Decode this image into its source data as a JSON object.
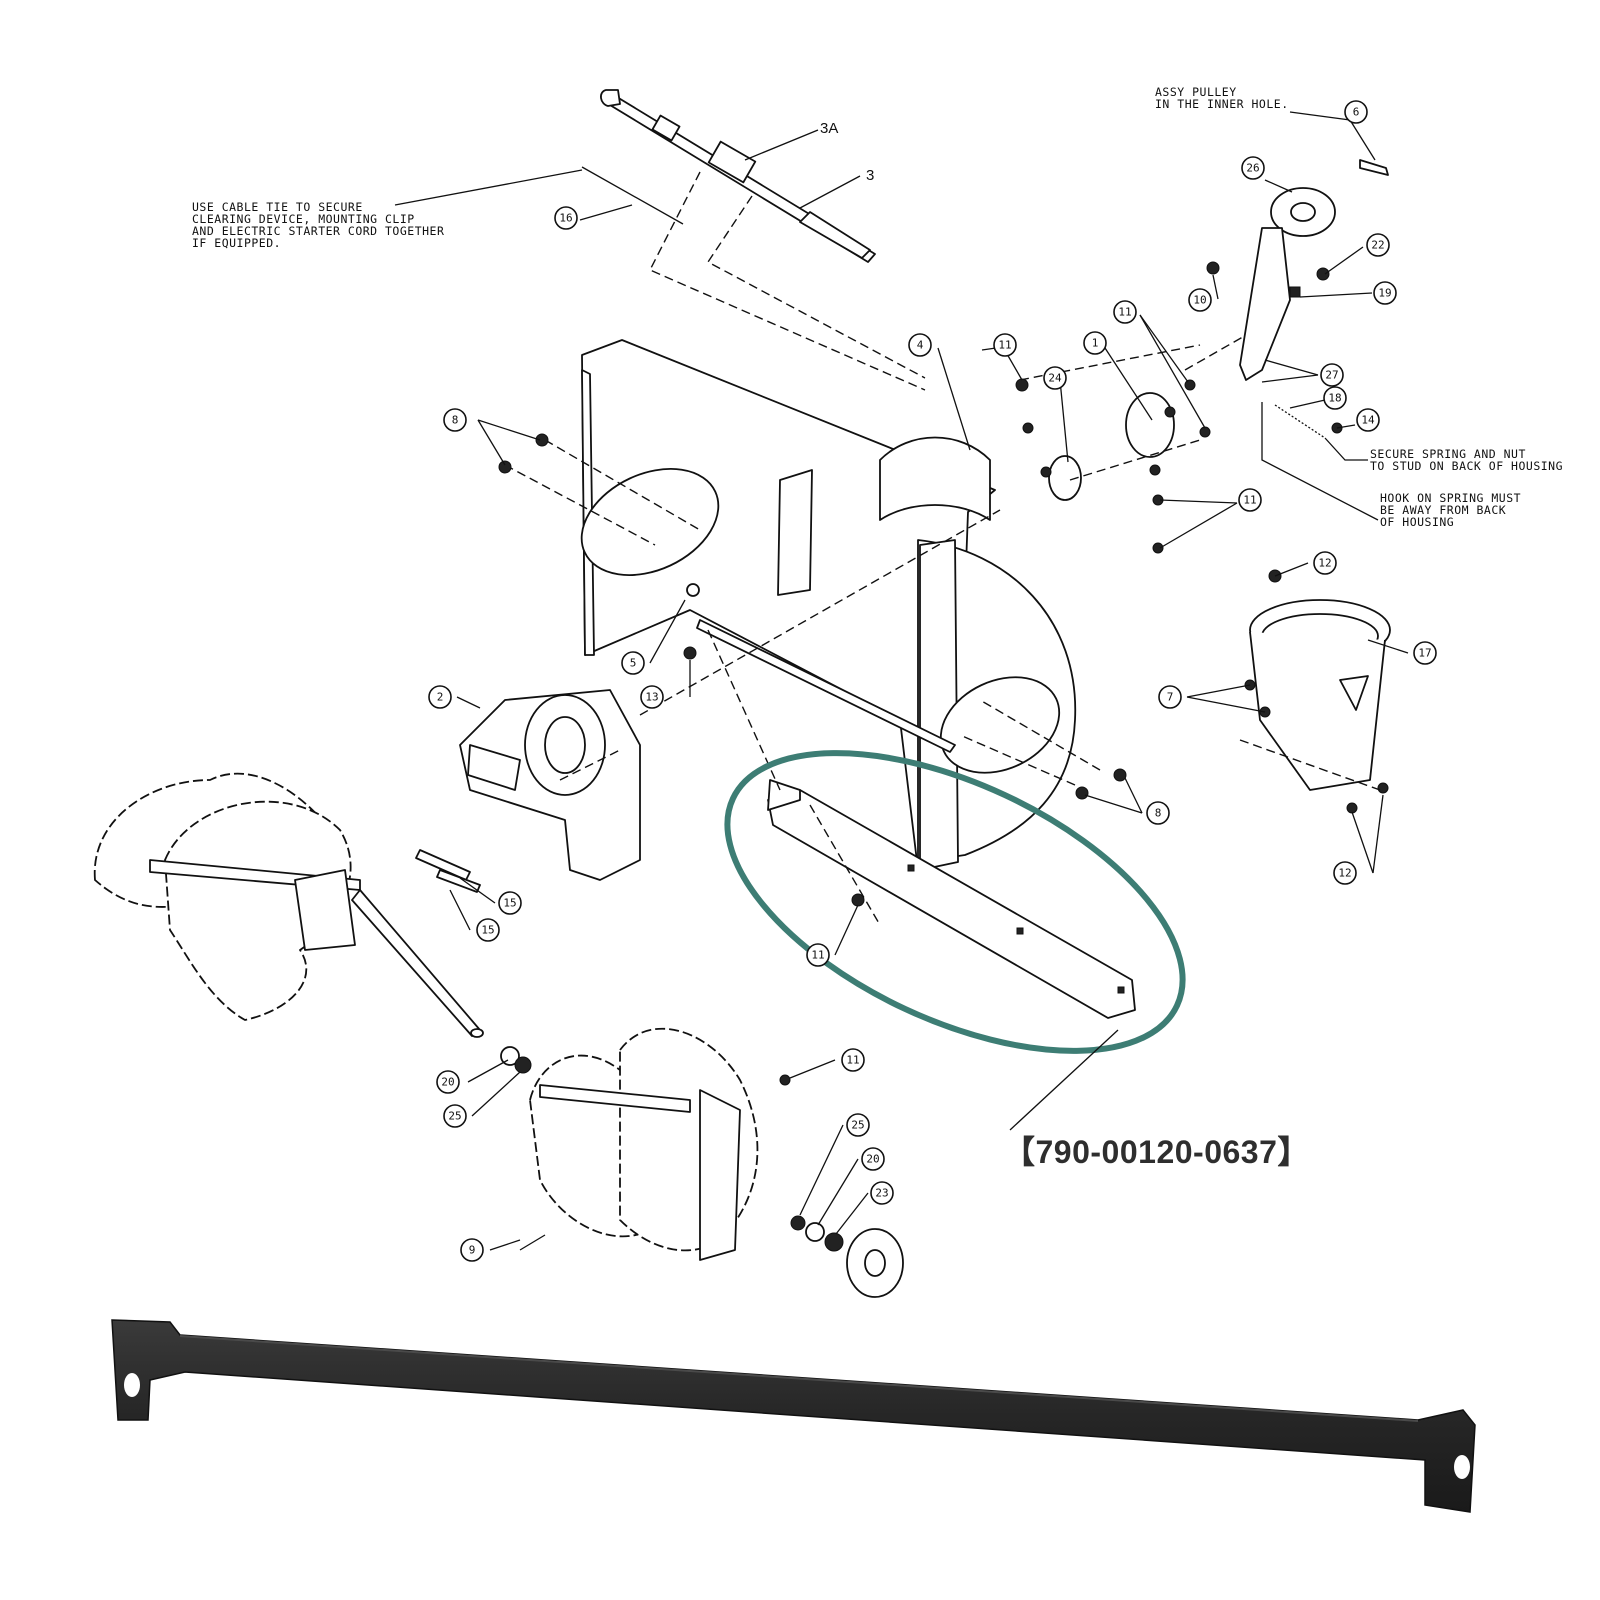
{
  "notes": {
    "cable_tie": [
      "USE CABLE TIE TO SECURE",
      "CLEARING DEVICE, MOUNTING CLIP",
      "AND ELECTRIC STARTER CORD TOGETHER",
      "IF EQUIPPED."
    ],
    "pulley": [
      "ASSY PULLEY",
      "IN THE INNER HOLE."
    ],
    "spring": [
      "SECURE SPRING AND NUT",
      "TO STUD ON BACK OF HOUSING"
    ],
    "hook": [
      "HOOK ON SPRING MUST",
      "BE AWAY FROM BACK",
      "OF HOUSING"
    ]
  },
  "plain_labels": {
    "label_3A": "3A",
    "label_3": "3"
  },
  "callouts": [
    {
      "id": "c16",
      "text": "16"
    },
    {
      "id": "c6",
      "text": "6"
    },
    {
      "id": "c26",
      "text": "26"
    },
    {
      "id": "c22",
      "text": "22"
    },
    {
      "id": "c10",
      "text": "10"
    },
    {
      "id": "c19",
      "text": "19"
    },
    {
      "id": "c11a",
      "text": "11"
    },
    {
      "id": "c4",
      "text": "4"
    },
    {
      "id": "c11b",
      "text": "11"
    },
    {
      "id": "c1",
      "text": "1"
    },
    {
      "id": "c24",
      "text": "24"
    },
    {
      "id": "c27",
      "text": "27"
    },
    {
      "id": "c18",
      "text": "18"
    },
    {
      "id": "c14",
      "text": "14"
    },
    {
      "id": "c8a",
      "text": "8"
    },
    {
      "id": "c11c",
      "text": "11"
    },
    {
      "id": "c12a",
      "text": "12"
    },
    {
      "id": "c17",
      "text": "17"
    },
    {
      "id": "c7",
      "text": "7"
    },
    {
      "id": "c5",
      "text": "5"
    },
    {
      "id": "c13",
      "text": "13"
    },
    {
      "id": "c2",
      "text": "2"
    },
    {
      "id": "c8b",
      "text": "8"
    },
    {
      "id": "c12b",
      "text": "12"
    },
    {
      "id": "c15a",
      "text": "15"
    },
    {
      "id": "c15b",
      "text": "15"
    },
    {
      "id": "c11d",
      "text": "11"
    },
    {
      "id": "c11e",
      "text": "11"
    },
    {
      "id": "c20a",
      "text": "20"
    },
    {
      "id": "c25a",
      "text": "25"
    },
    {
      "id": "c25b",
      "text": "25"
    },
    {
      "id": "c20b",
      "text": "20"
    },
    {
      "id": "c23",
      "text": "23"
    },
    {
      "id": "c9",
      "text": "9"
    }
  ],
  "part_number": "【790-00120-0637】",
  "colors": {
    "highlight": "#3d7d74",
    "ink": "#111111",
    "bar": "#262626"
  }
}
